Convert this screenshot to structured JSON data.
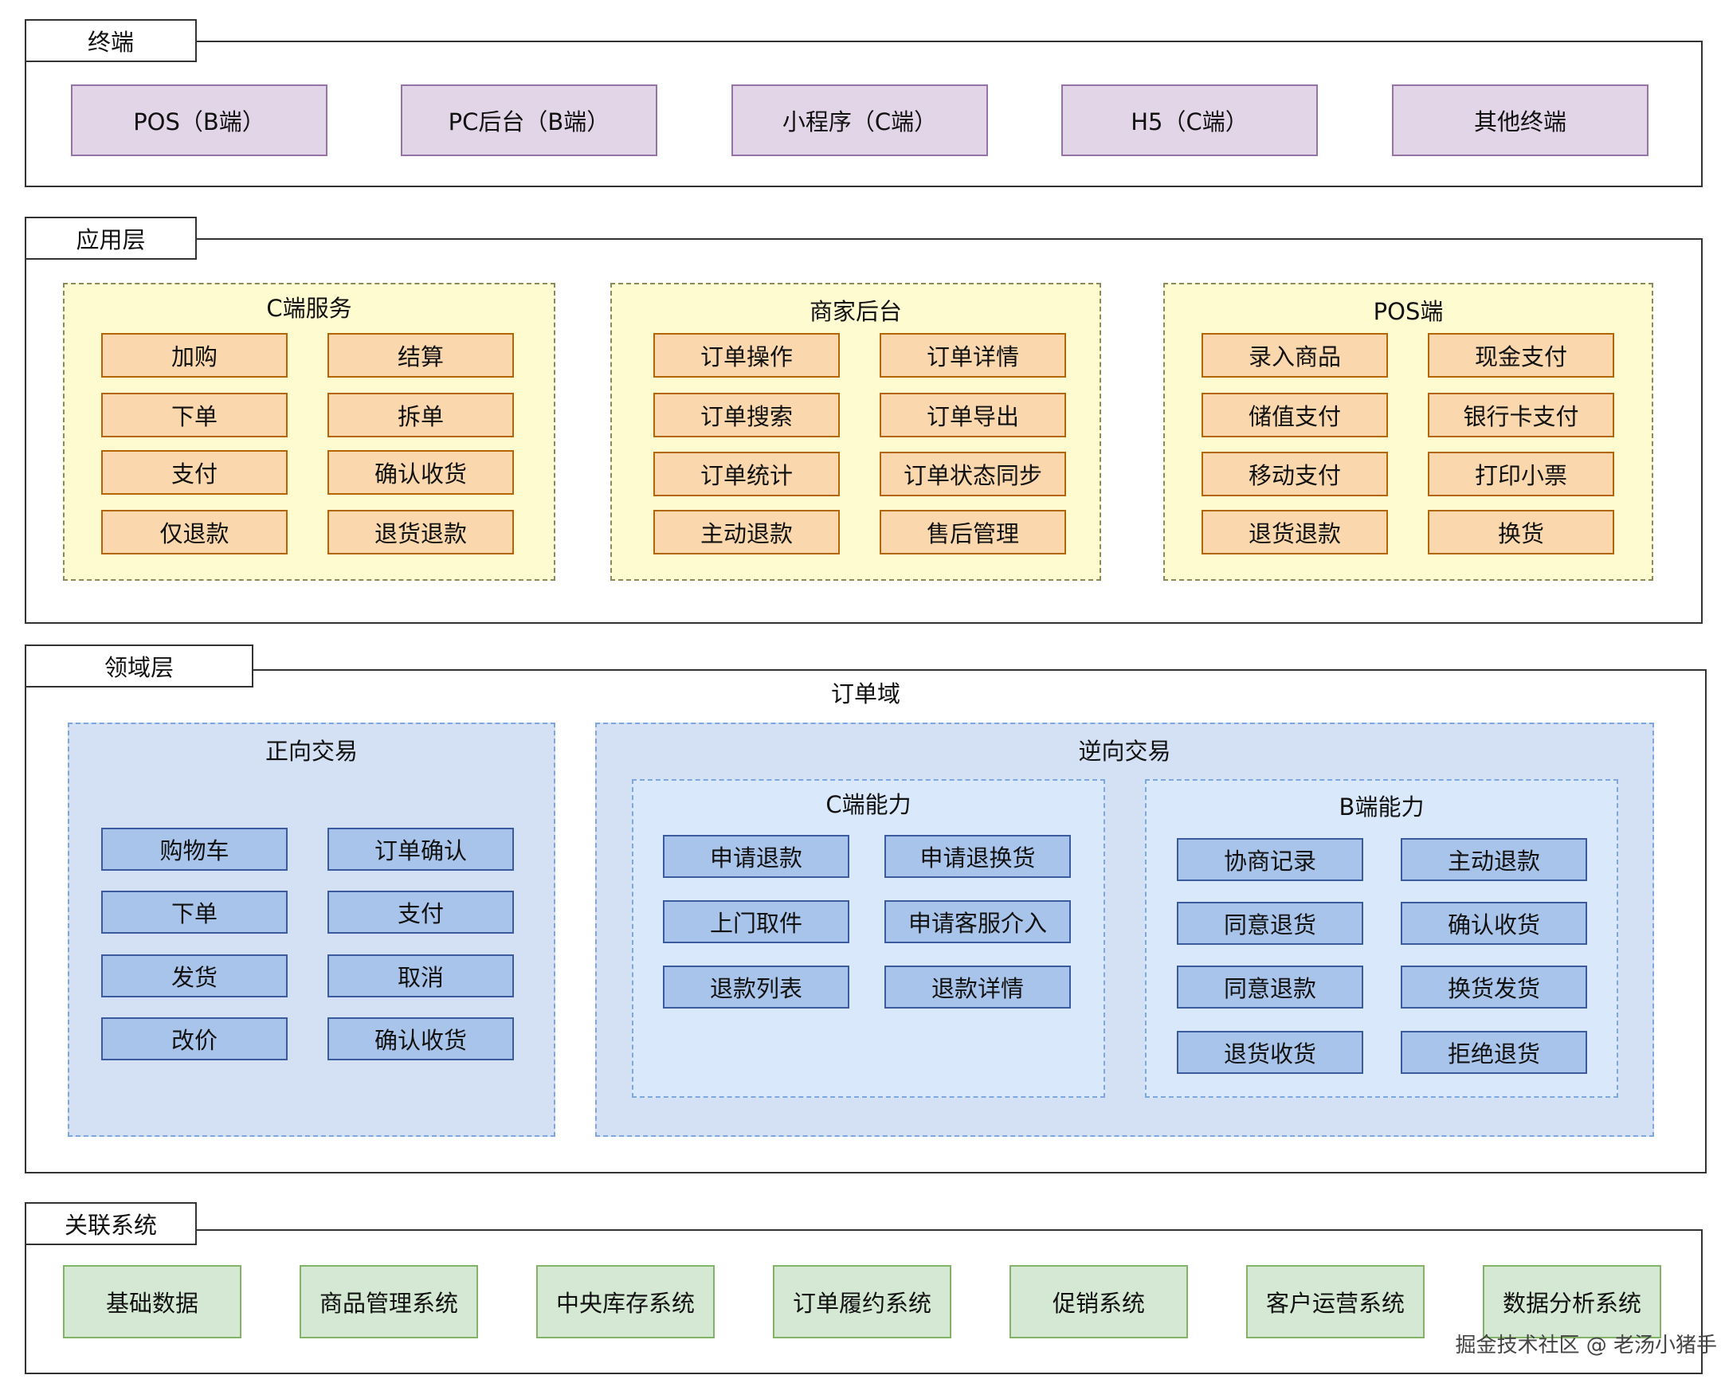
{
  "terminal": {
    "label": "终端",
    "items": [
      "POS（B端）",
      "PC后台（B端）",
      "小程序（C端）",
      "H5（C端）",
      "其他终端"
    ]
  },
  "app_layer": {
    "label": "应用层",
    "groups": [
      {
        "title": "C端服务",
        "items": [
          "加购",
          "结算",
          "下单",
          "拆单",
          "支付",
          "确认收货",
          "仅退款",
          "退货退款"
        ]
      },
      {
        "title": "商家后台",
        "items": [
          "订单操作",
          "订单详情",
          "订单搜索",
          "订单导出",
          "订单统计",
          "订单状态同步",
          "主动退款",
          "售后管理"
        ]
      },
      {
        "title": "POS端",
        "items": [
          "录入商品",
          "现金支付",
          "储值支付",
          "银行卡支付",
          "移动支付",
          "打印小票",
          "退货退款",
          "换货"
        ]
      }
    ]
  },
  "domain_layer": {
    "label": "领域层",
    "domain_title": "订单域",
    "forward": {
      "title": "正向交易",
      "items": [
        "购物车",
        "订单确认",
        "下单",
        "支付",
        "发货",
        "取消",
        "改价",
        "确认收货"
      ]
    },
    "reverse": {
      "title": "逆向交易",
      "c_side": {
        "title": "C端能力",
        "items": [
          "申请退款",
          "申请退换货",
          "上门取件",
          "申请客服介入",
          "退款列表",
          "退款详情"
        ]
      },
      "b_side": {
        "title": "B端能力",
        "items": [
          "协商记录",
          "主动退款",
          "同意退货",
          "确认收货",
          "同意退款",
          "换货发货",
          "退货收货",
          "拒绝退货"
        ]
      }
    }
  },
  "related": {
    "label": "关联系统",
    "items": [
      "基础数据",
      "商品管理系统",
      "中央库存系统",
      "订单履约系统",
      "促销系统",
      "客户运营系统",
      "数据分析系统"
    ]
  },
  "watermark": "掘金技术社区 @ 老汤小猪手"
}
